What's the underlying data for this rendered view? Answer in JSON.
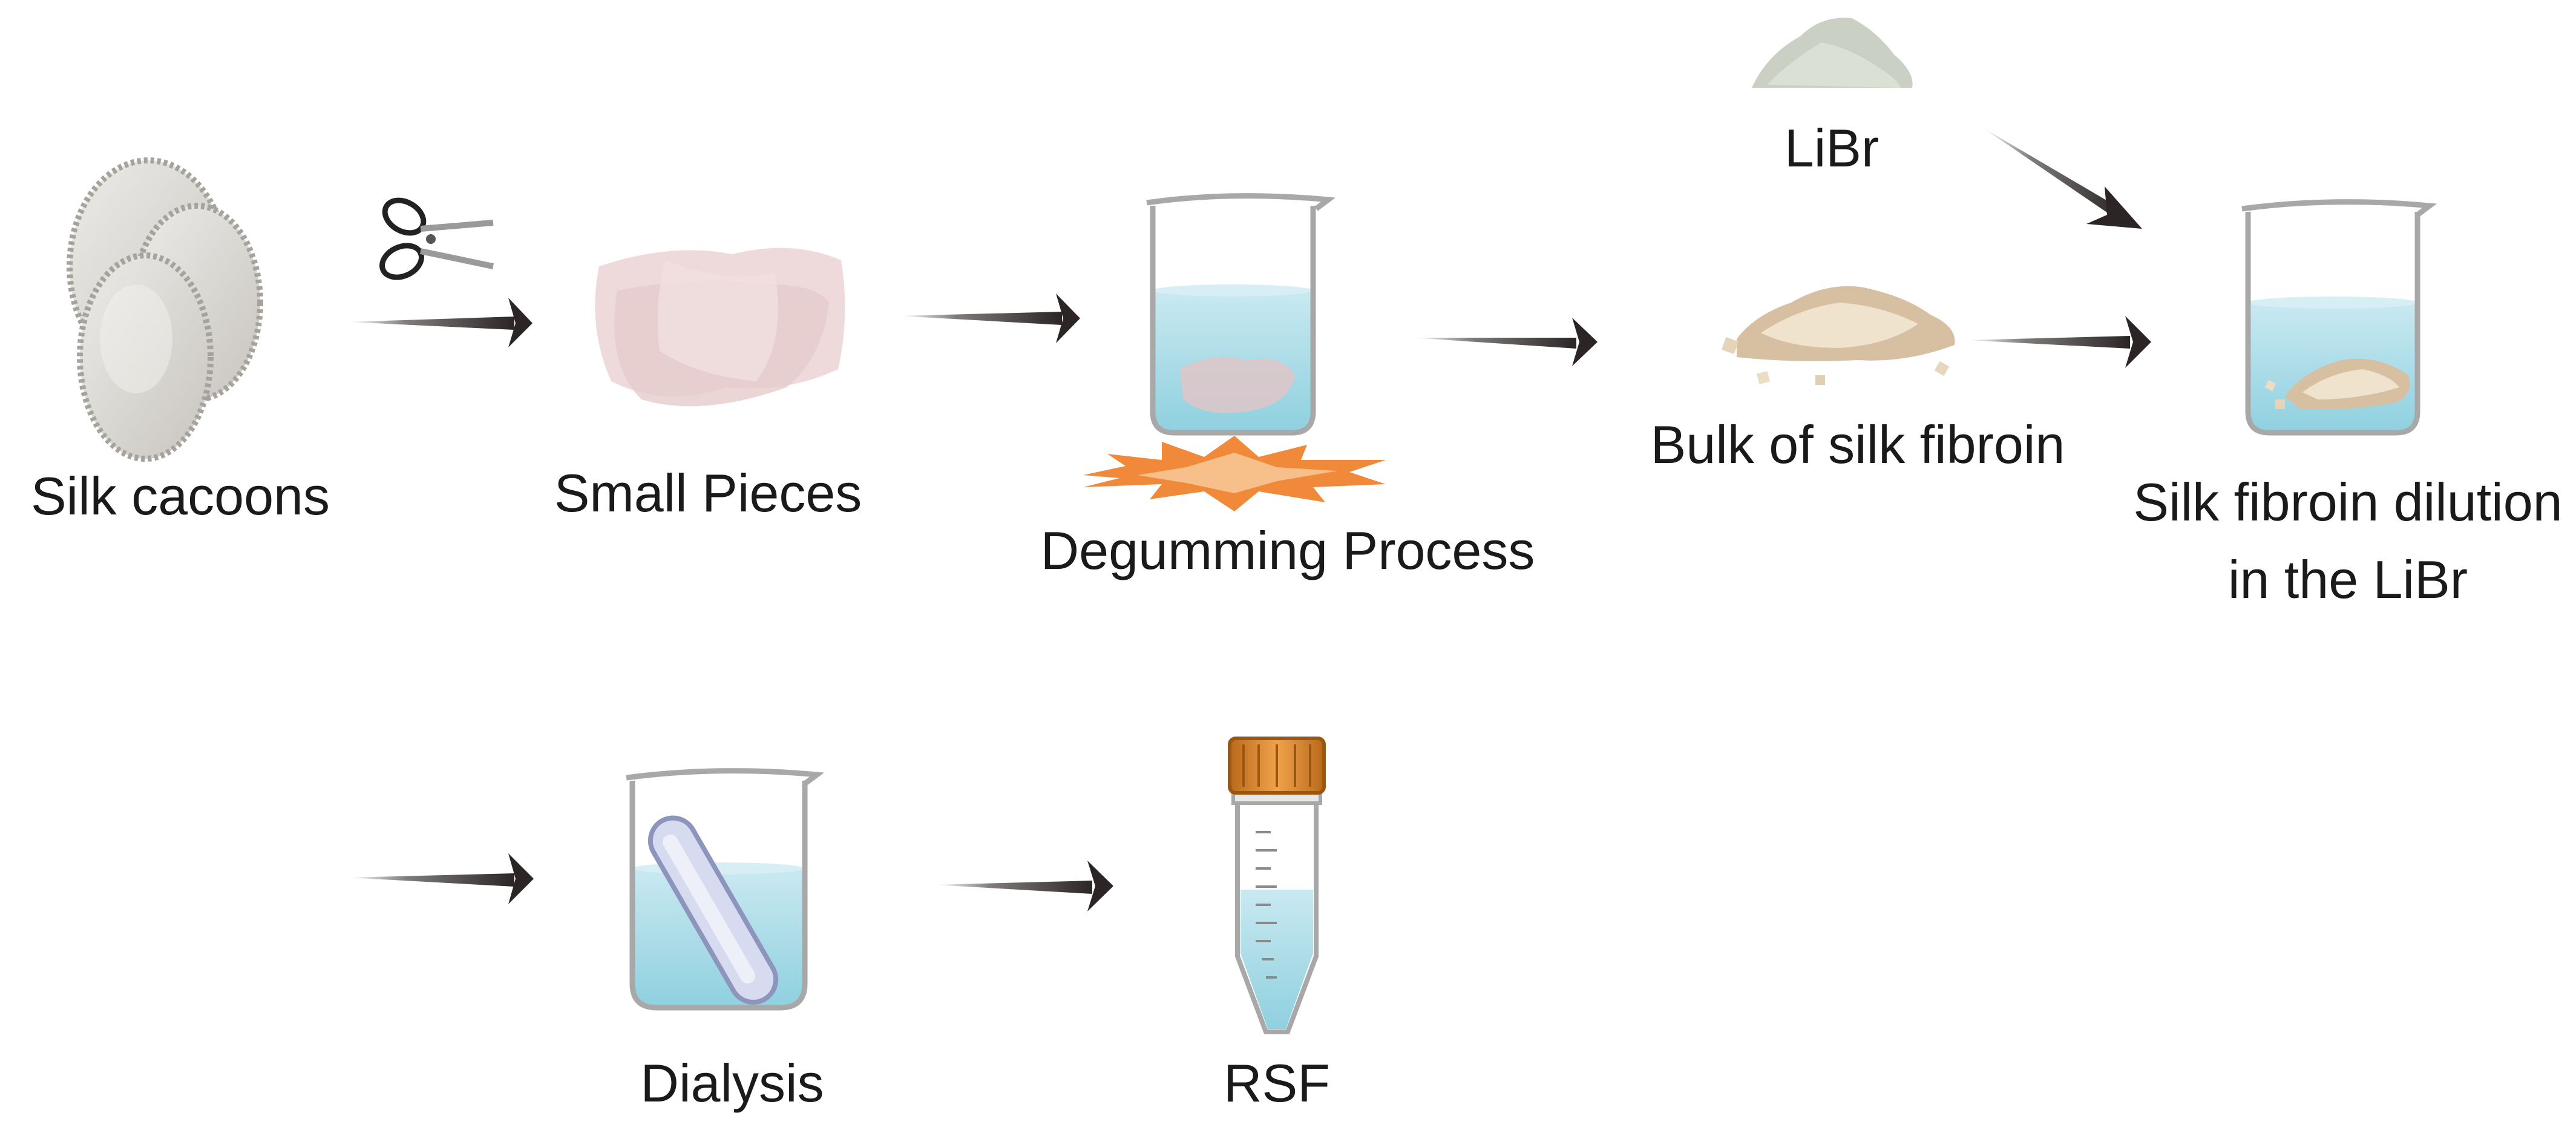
{
  "labels": {
    "silk_cacoons": "Silk cacoons",
    "small_pieces": "Small Pieces",
    "degumming": "Degumming Process",
    "librs": "LiBr",
    "bulk": "Bulk of silk fibroin",
    "dilution_line1": "Silk fibroin dilution",
    "dilution_line2": "in the LiBr",
    "dialysis": "Dialysis",
    "rsf": "RSF"
  },
  "colors": {
    "arrow": "#2b2525",
    "water": "#a9dbe6",
    "water_top": "#cdeaf1",
    "glass": "#a8a8a8",
    "cocoon": "#d8d6d2",
    "silk_pieces": "#ebd4d3",
    "heat": "#f08a3a",
    "cap": "#d9852a",
    "powder": "#c9cfc0",
    "fibroin": "#d9c4a8"
  }
}
